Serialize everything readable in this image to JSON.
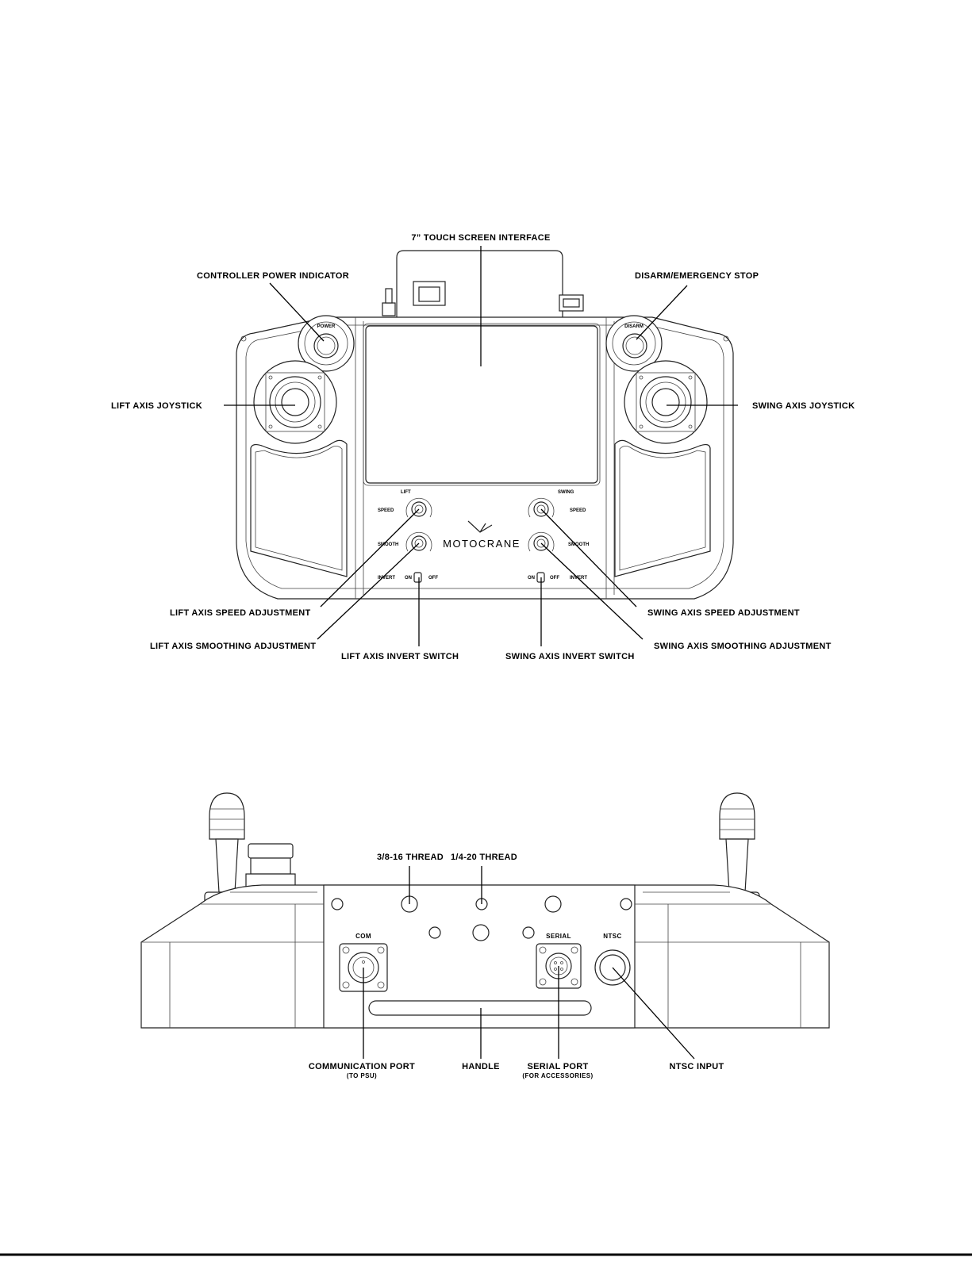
{
  "front_view": {
    "labels": {
      "touch_screen": "7” TOUCH SCREEN INTERFACE",
      "power_indicator": "CONTROLLER POWER INDICATOR",
      "emergency_stop": "DISARM/EMERGENCY STOP",
      "lift_joystick": "LIFT AXIS JOYSTICK",
      "swing_joystick": "SWING AXIS JOYSTICK",
      "lift_speed": "LIFT AXIS SPEED ADJUSTMENT",
      "lift_smoothing": "LIFT AXIS SMOOTHING ADJUSTMENT",
      "lift_invert": "LIFT AXIS INVERT SWITCH",
      "swing_invert": "SWING AXIS INVERT SWITCH",
      "swing_speed": "SWING AXIS SPEED ADJUSTMENT",
      "swing_smoothing": "SWING AXIS SMOOTHING ADJUSTMENT"
    },
    "device_text": {
      "power": "POWER",
      "disarm": "DISARM",
      "lift": "LIFT",
      "swing": "SWING",
      "speed": "SPEED",
      "smooth": "SMOOTH",
      "invert": "INVERT",
      "on": "ON",
      "off": "OFF",
      "brand": "MOTOCRANE"
    }
  },
  "rear_view": {
    "labels": {
      "thread_38": "3/8-16 THREAD",
      "thread_14": "1/4-20 THREAD",
      "comm_port": "COMMUNICATION PORT",
      "comm_port_sub": "(TO PSU)",
      "handle": "HANDLE",
      "serial_port": "SERIAL PORT",
      "serial_port_sub": "(FOR ACCESSORIES)",
      "ntsc_input": "NTSC INPUT"
    },
    "device_text": {
      "com": "COM",
      "serial": "SERIAL",
      "ntsc": "NTSC"
    }
  },
  "colors": {
    "line": "#000000",
    "background": "#ffffff"
  }
}
